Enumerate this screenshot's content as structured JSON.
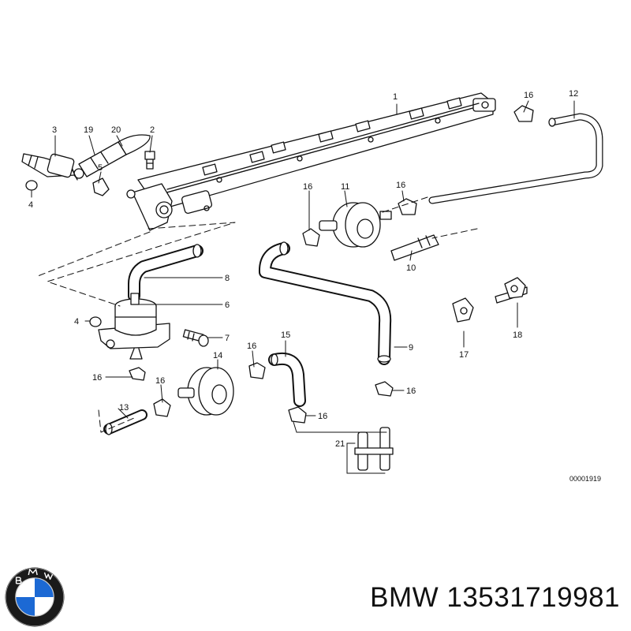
{
  "diagram": {
    "callouts": {
      "c1": "1",
      "c2": "2",
      "c3": "3",
      "c4a": "4",
      "c4b": "4",
      "c5": "5",
      "c6": "6",
      "c7": "7",
      "c8": "8",
      "c9": "9",
      "c10": "10",
      "c11": "11",
      "c12": "12",
      "c13": "13",
      "c14": "14",
      "c15": "15",
      "c16a": "16",
      "c16b": "16",
      "c16c": "16",
      "c16d": "16",
      "c16e": "16",
      "c16f": "16",
      "c16g": "16",
      "c16h": "16",
      "c17": "17",
      "c18": "18",
      "c19": "19",
      "c20": "20",
      "c21": "21"
    },
    "reference_number": "00001919"
  },
  "logo": {
    "letters": "BMW",
    "colors": {
      "blue": "#1c69d4",
      "ring": "#1a1a1a",
      "white": "#ffffff"
    }
  },
  "caption": {
    "brand": "BMW",
    "part_number": "13531719981"
  }
}
